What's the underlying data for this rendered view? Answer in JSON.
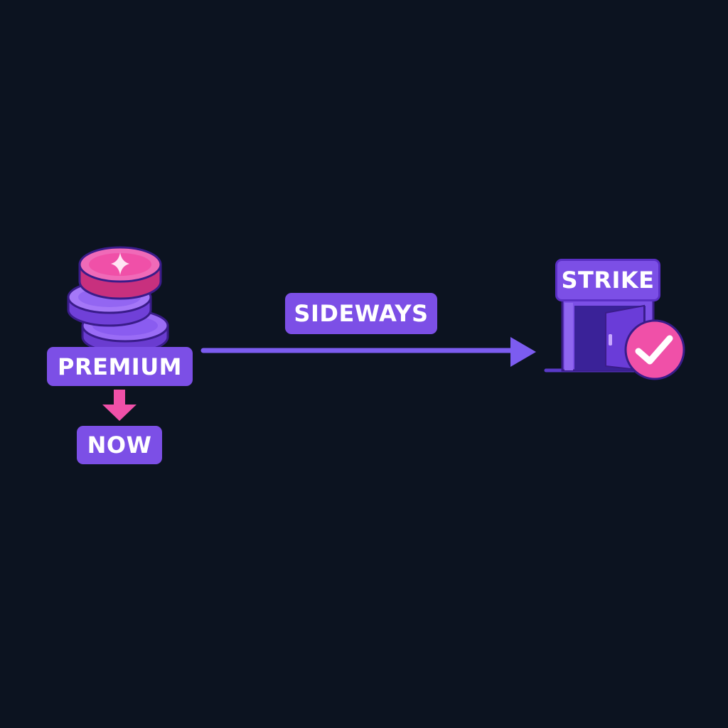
{
  "colors": {
    "background": "#0c1320",
    "label_fill": "#7c4fe6",
    "coin_pink": "#f050a8",
    "coin_purple": "#8a5cf0",
    "arrow": "#7c5cf0",
    "door": "#4a2aa8",
    "check_badge": "#f050a8"
  },
  "nodes": {
    "source": {
      "icon": "coin-stack-icon",
      "label": "PREMIUM"
    },
    "below": {
      "label": "NOW"
    },
    "target": {
      "icon": "door-icon",
      "sign": "STRIKE",
      "badge_icon": "check-circle-icon"
    }
  },
  "edges": {
    "main": {
      "label": "SIDEWAYS",
      "from": "PREMIUM",
      "to": "STRIKE"
    },
    "down": {
      "from": "PREMIUM",
      "to": "NOW"
    }
  }
}
